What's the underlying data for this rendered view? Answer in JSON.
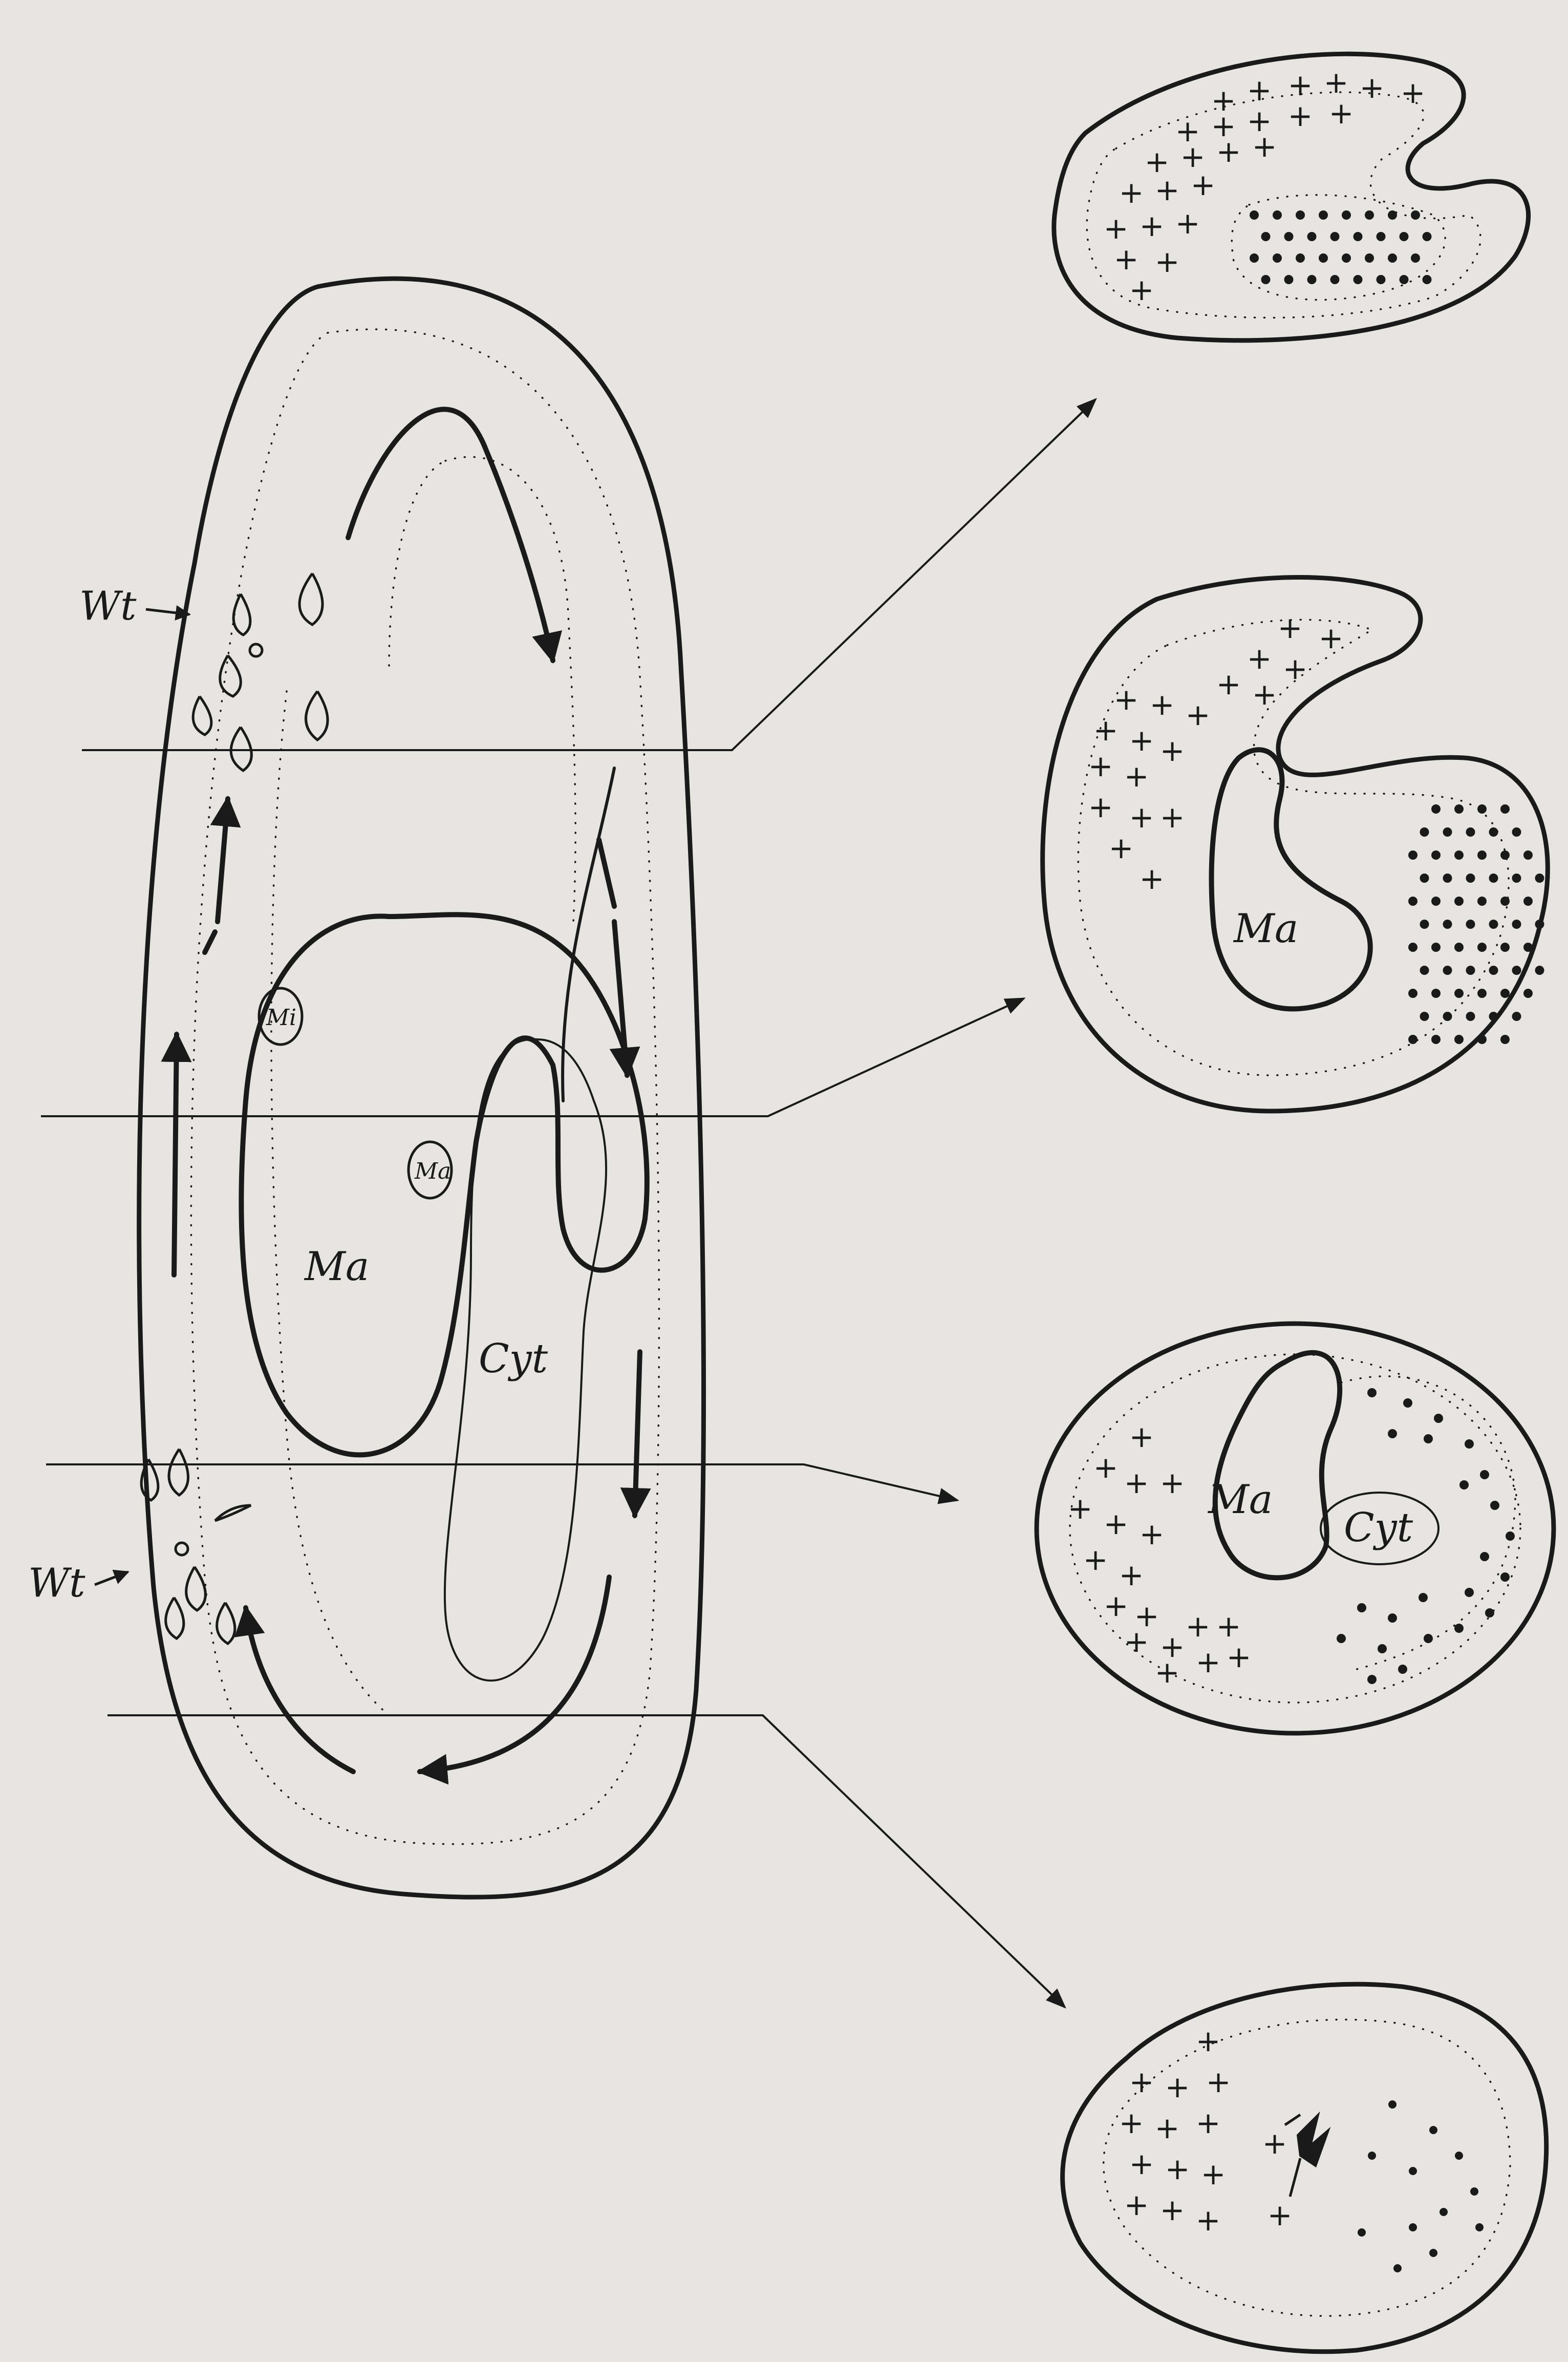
{
  "labels": {
    "wt": "Wt",
    "mi": "Mi",
    "ma": "Ma",
    "cyt": "Cyt"
  }
}
